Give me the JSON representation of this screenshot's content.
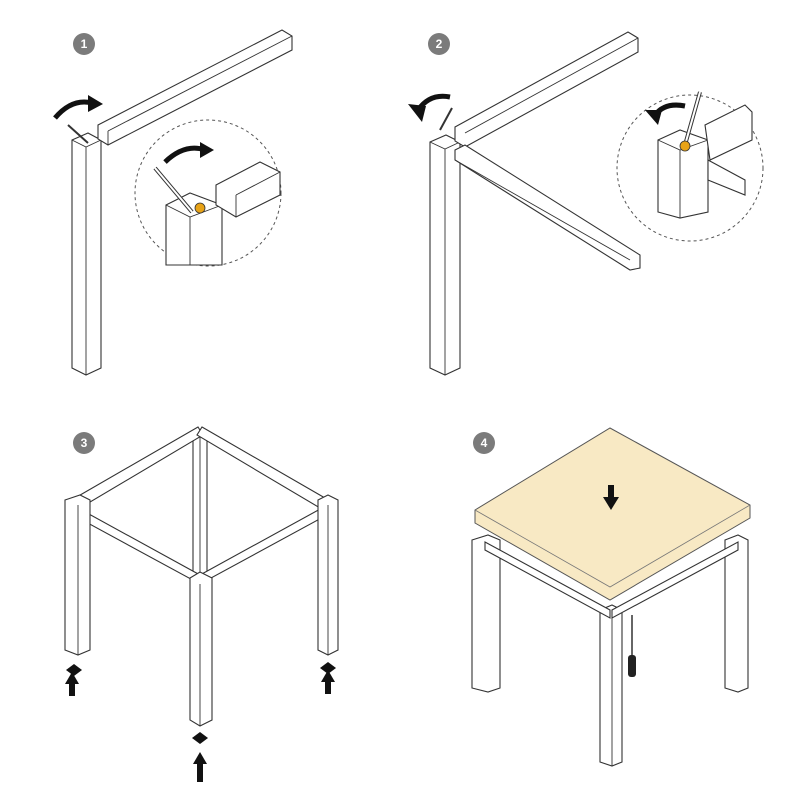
{
  "diagram": {
    "type": "assembly-instructions",
    "subject": "square table frame with tabletop",
    "colors": {
      "badge": "#7b7b7b",
      "line": "#333333",
      "tabletop": "#f8e9c4",
      "bolt": "#e8a317",
      "arrow": "#111111"
    },
    "steps": [
      {
        "number": "1",
        "description": "Insert rail into leg corner and tighten bolt with hex key (clockwise)",
        "detail_callout": "zoomed corner with hex key and gold bolt"
      },
      {
        "number": "2",
        "description": "Attach second rail to the same leg and tighten with hex key",
        "detail_callout": "zoomed corner with hex key turning"
      },
      {
        "number": "3",
        "description": "Complete square frame with four legs; press feet caps onto bottom of legs",
        "parts": "4 foot caps"
      },
      {
        "number": "4",
        "description": "Place tabletop on frame and fasten with screws using screwdriver",
        "parts": "tabletop, screws, screwdriver"
      }
    ]
  }
}
